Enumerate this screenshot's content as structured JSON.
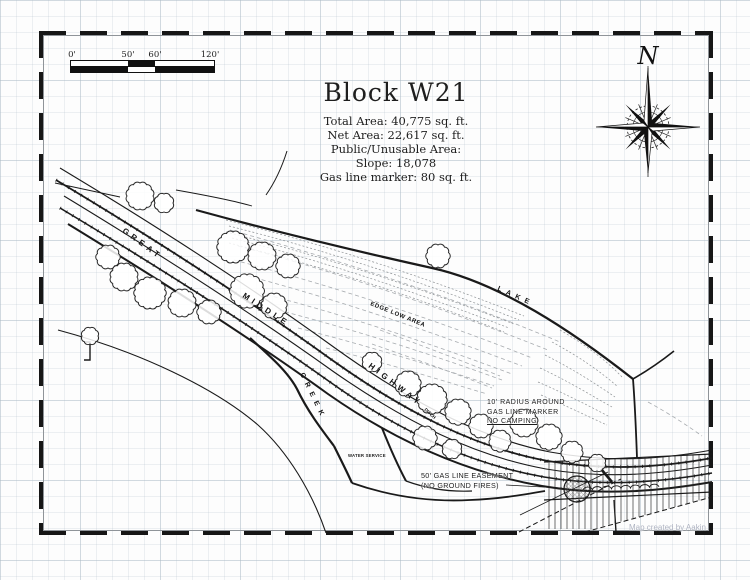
{
  "scale_bar": {
    "labels": [
      "0'",
      "50'",
      "60'",
      "120'"
    ]
  },
  "title_block": {
    "title": "Block W21",
    "lines": [
      "Total Area: 40,775 sq. ft.",
      "Net Area: 22,617 sq. ft.",
      "Public/Unusable Area:",
      "Slope: 18,078",
      "Gas line marker: 80 sq. ft."
    ]
  },
  "compass": {
    "label": "N"
  },
  "map_labels": {
    "road_word1": "GREAT",
    "road_word2": "MIDDLE",
    "road_word3": "HIGHWAY",
    "lake": "LAKE",
    "creek": "CREEK",
    "edge_low_area": "EDGE LOW AREA",
    "ditch": "DITCH",
    "water_service": "WATER SERVICE",
    "radius_note": [
      "10' RADIUS AROUND",
      "GAS LINE MARKER",
      "NO CAMPING"
    ],
    "easement_note": [
      "50' GAS LINE EASEMENT",
      "(NO GROUND FIRES)"
    ]
  },
  "credit": "Map created by Aakin",
  "colors": {
    "ink": "#1a1a1a",
    "contour": "#a7abaf",
    "grid_minor": "#e9edee",
    "grid_major": "#dce3e6"
  }
}
